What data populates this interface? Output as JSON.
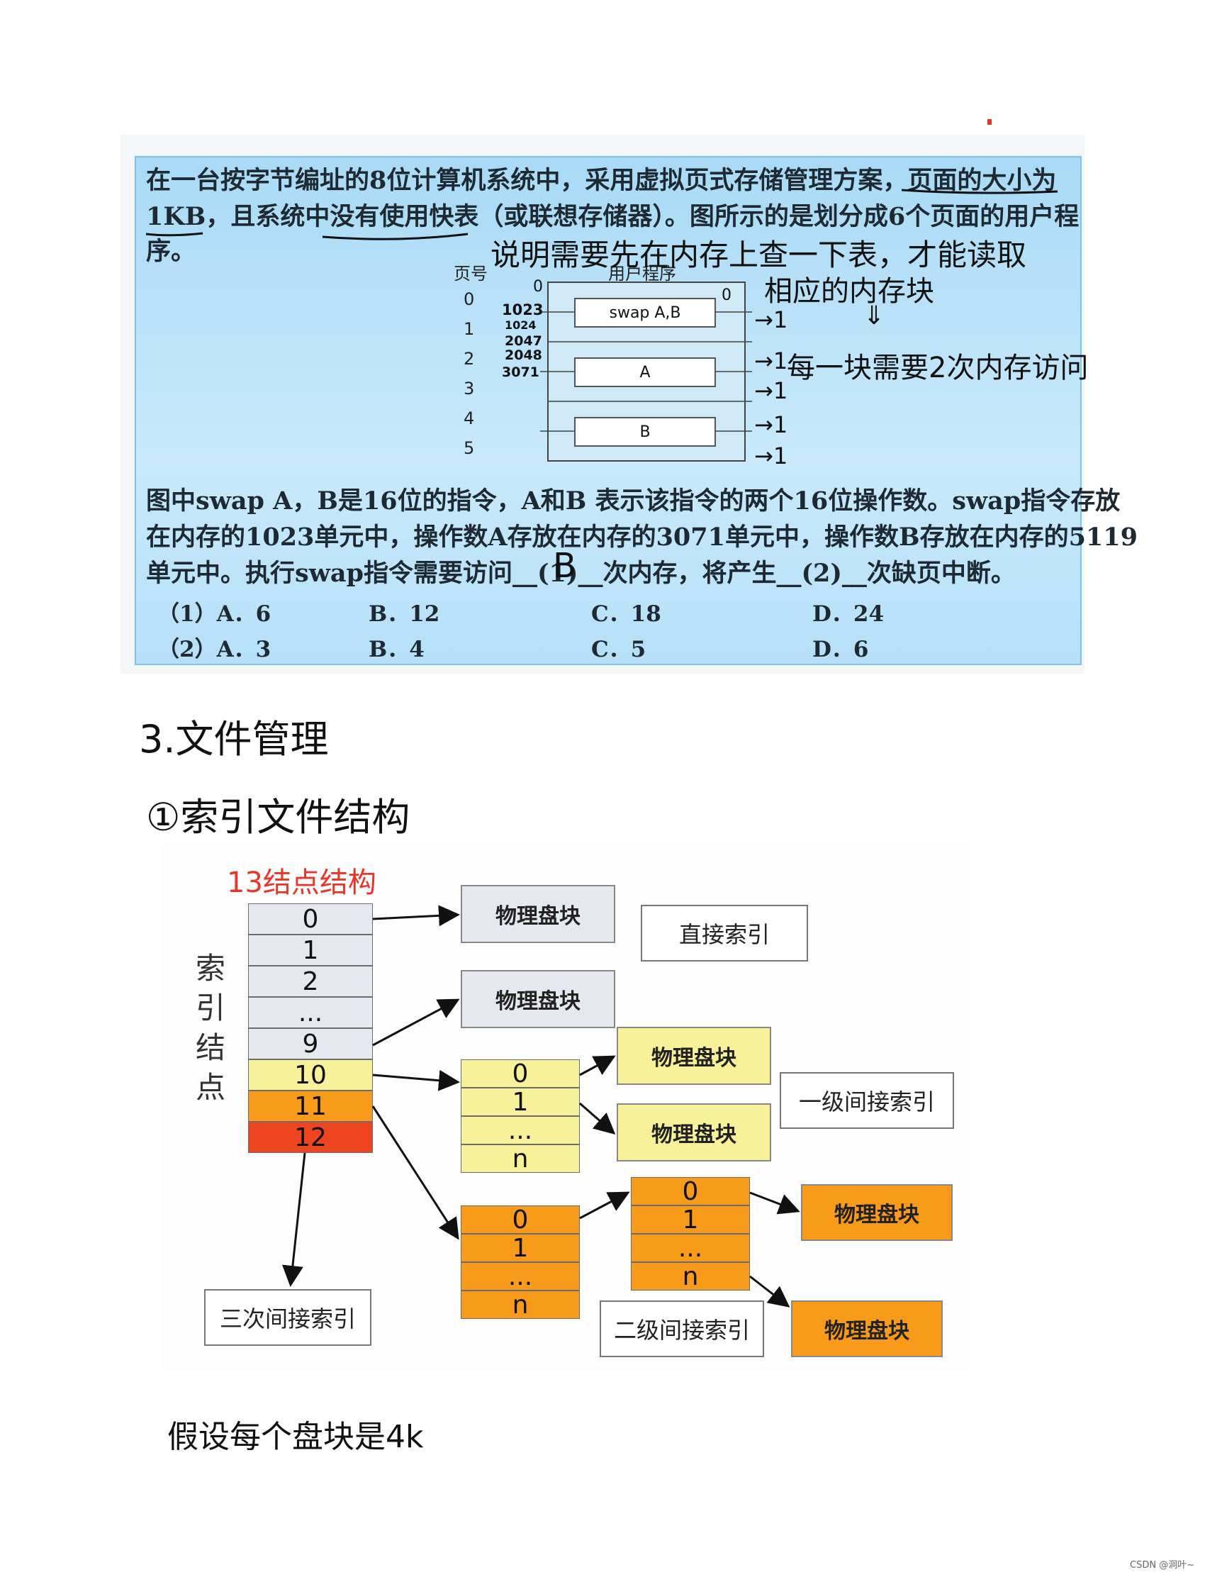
{
  "question": {
    "lines": [
      "在一台按字节编址的8位计算机系统中，采用虚拟页式存储管理方案，页面的大小为",
      "1KB，且系统中没有使用快表（或联想存储器）。图所示的是划分成6个页面的用户程",
      "序。"
    ],
    "diagram": {
      "page_header": "页号",
      "program_header": "用户程序",
      "page_numbers": [
        "0",
        "1",
        "2",
        "3",
        "4",
        "5"
      ],
      "instr_swap": "swap A,B",
      "operand_a": "A",
      "operand_b": "B"
    },
    "lines2": [
      "图中swap A，B是16位的指令，A和B 表示该指令的两个16位操作数。swap指令存放",
      "在内存的1023单元中，操作数A存放在内存的3071单元中，操作数B存放在内存的5119",
      "单元中。执行swap指令需要访问__(1)__次内存，将产生__(2)__次缺页中断。"
    ],
    "options1": [
      "（1）A．6",
      "B．12",
      "C．18",
      "D．24"
    ],
    "options2": [
      "（2）A．3",
      "B．4",
      "C．5",
      "D．6"
    ]
  },
  "handwriting": {
    "note1": "说明需要先在内存上查一下表，才能读取",
    "note2": "相应的内存块",
    "down_arrow": "⇓",
    "note3": "每一块需要2次内存访问",
    "addr_top": "0",
    "addr_right": "0",
    "addresses": [
      "1023",
      "1024",
      "2047",
      "2048",
      "3071"
    ],
    "arrow_marks": [
      "→1",
      "→1",
      "→1",
      "→1",
      "→1"
    ],
    "answer": "B"
  },
  "heading_file_mgmt": "3.文件管理",
  "heading_index_structure": "①索引文件结构",
  "index_diagram": {
    "red_note": "13结点结构",
    "side_label": [
      "索",
      "引",
      "结",
      "点"
    ],
    "inode_cells": [
      "0",
      "1",
      "2",
      "...",
      "9",
      "10",
      "11",
      "12"
    ],
    "physical_block": "物理盘块",
    "direct_index": "直接索引",
    "single_indirect": "一级间接索引",
    "double_indirect": "二级间接索引",
    "triple_indirect": "三次间接索引",
    "block_cells": [
      "0",
      "1",
      "...",
      "n"
    ]
  },
  "footer_note": "假设每个盘块是4k",
  "watermark": "CSDN @洞叶~",
  "colors": {
    "panel_blue": "#b5e0f8",
    "gray_cell": "#e6e8ef",
    "yellow_cell": "#f7f29a",
    "orange_cell": "#f89a1a",
    "red_cell": "#ee4420",
    "red_ink": "#e8352a"
  }
}
